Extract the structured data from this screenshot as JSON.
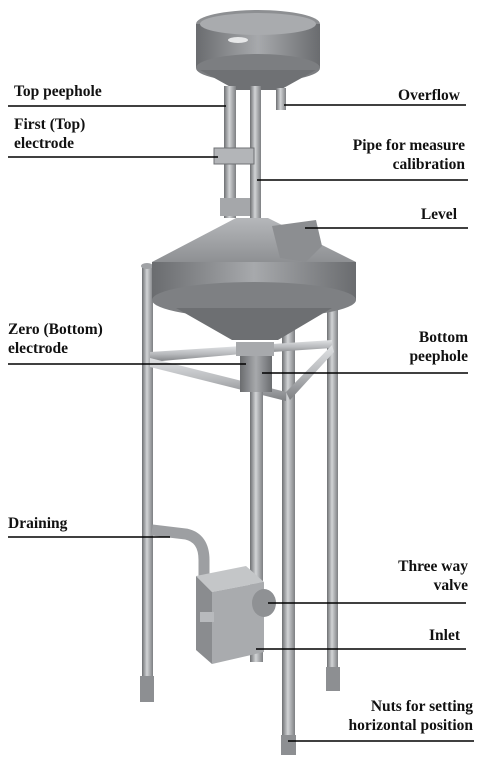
{
  "colors": {
    "metal_light": "#c9cbcd",
    "metal_mid": "#9a9c9f",
    "metal_dark": "#6f7174",
    "leader_line": "#000000",
    "label_text": "#111111"
  },
  "labels": {
    "top_peephole": "Top peephole",
    "first_top_electrode": "First (Top)\nelectrode",
    "overflow": "Overflow",
    "pipe_measure_calibration": "Pipe for measure\ncalibration",
    "level": "Level",
    "zero_bottom_electrode": "Zero (Bottom)\nelectrode",
    "bottom_peephole": "Bottom\npeephole",
    "draining": "Draining",
    "three_way_valve": "Three way\nvalve",
    "inlet": "Inlet",
    "nuts_horizontal": "Nuts for setting\nhorizontal position"
  }
}
